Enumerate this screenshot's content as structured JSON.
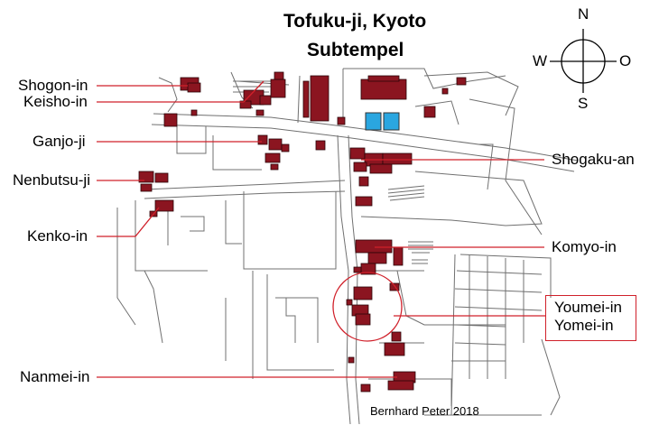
{
  "title_line1": "Tofuku-ji, Kyoto",
  "title_line2": "Subtempel",
  "compass": {
    "north": "N",
    "south": "S",
    "west": "W",
    "east": "O"
  },
  "labels": {
    "shogon_in": "Shogon-in",
    "keisho_in": "Keisho-in",
    "ganjo_ji": "Ganjo-ji",
    "nenbutsu_ji": "Nenbutsu-ji",
    "kenko_in": "Kenko-in",
    "nanmei_in": "Nanmei-in",
    "shogaku_an": "Shogaku-an",
    "komyo_in": "Komyo-in",
    "youmei_in": "Youmei-in",
    "yomei_in": "Yomei-in"
  },
  "credit": "Bernhard Peter 2018",
  "colors": {
    "building": "#8b1520",
    "leader": "#d0202a",
    "road": "#6e6e6e",
    "pond": "#2aa6e0"
  }
}
